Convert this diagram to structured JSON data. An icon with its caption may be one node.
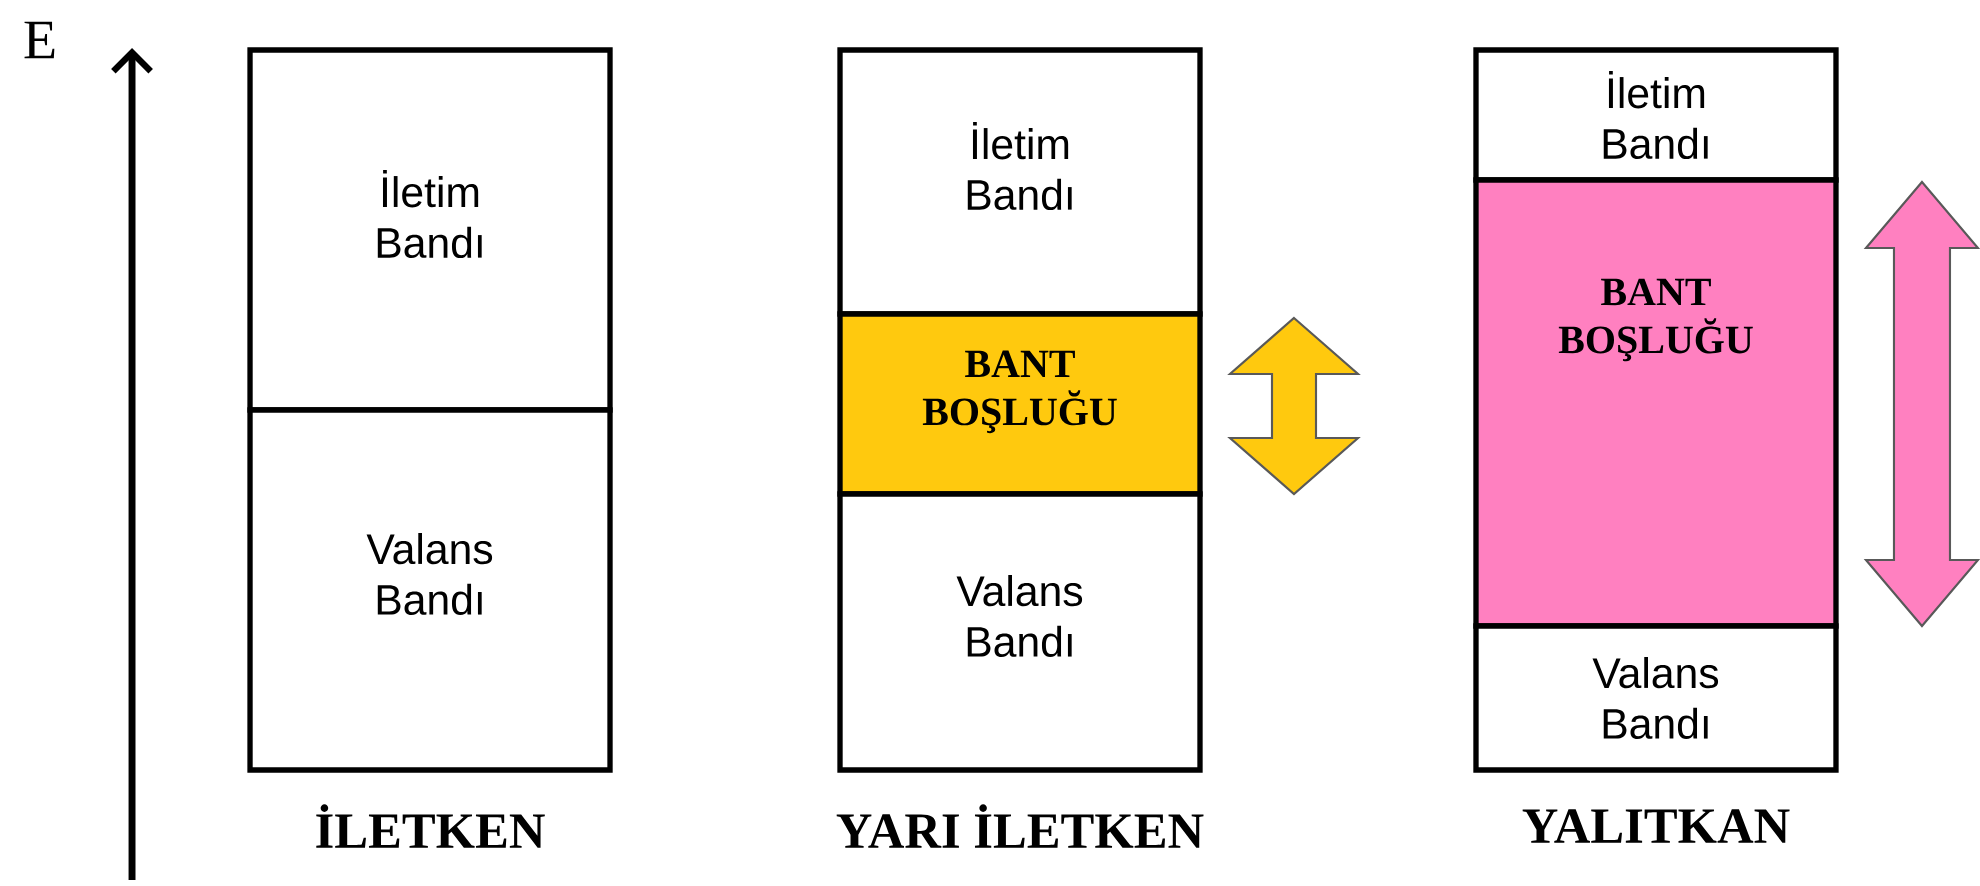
{
  "diagram": {
    "nodes": [
      {
        "text": [
          "İletim Bandı"
        ]
      },
      {
        "text": [
          "Valans Bandı"
        ]
      },
      {
        "text": [
          "İletim Bandı"
        ]
      },
      {
        "text": [
          "BANT BOŞLUĞU"
        ]
      },
      {
        "text": [
          "Valans Bandı"
        ]
      },
      {
        "text": [
          "İletim Bandı"
        ]
      },
      {
        "text": [
          "BANT BOŞLUĞU"
        ]
      },
      {
        "text": [
          "Valans Bandı"
        ]
      }
    ],
    "edges": [],
    "labels": [
      "E",
      "İLETKEN",
      "YARI İLETKEN",
      "YALITKAN"
    ]
  }
}
